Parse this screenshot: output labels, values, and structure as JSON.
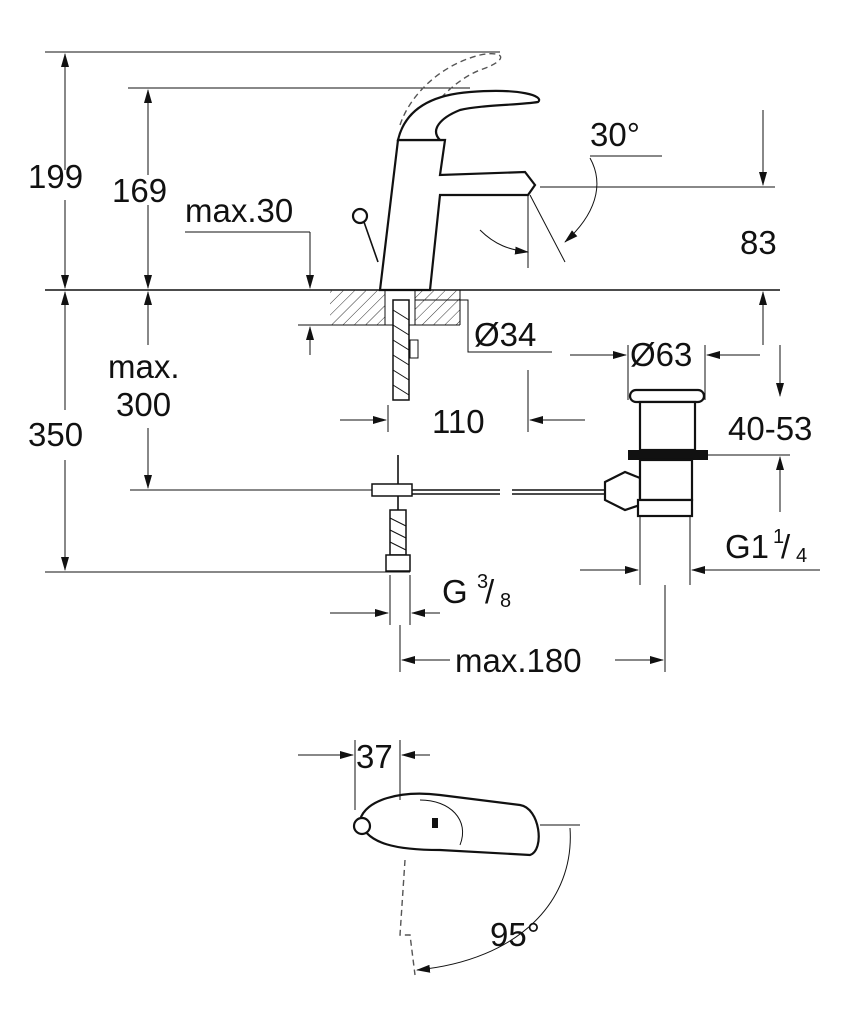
{
  "dimensions": {
    "total_height": "199",
    "spout_height": "169",
    "max_counter": "max.30",
    "spout_angle": "30°",
    "spout_outlet_height": "83",
    "hole_diameter": "Ø34",
    "waste_diameter": "Ø63",
    "max_below_line1": "max.",
    "max_below_line2": "300",
    "below_counter": "350",
    "pull_rod_offset": "110",
    "waste_range": "40-53",
    "waste_thread": "G1",
    "waste_thread_num": "1",
    "waste_thread_den": "4",
    "supply_thread": "G",
    "supply_thread_num": "3",
    "supply_thread_den": "8",
    "max_waste_offset": "max.180",
    "lever_width": "37",
    "lever_rotation": "95°"
  },
  "colors": {
    "line": "#111111",
    "background": "#ffffff"
  }
}
